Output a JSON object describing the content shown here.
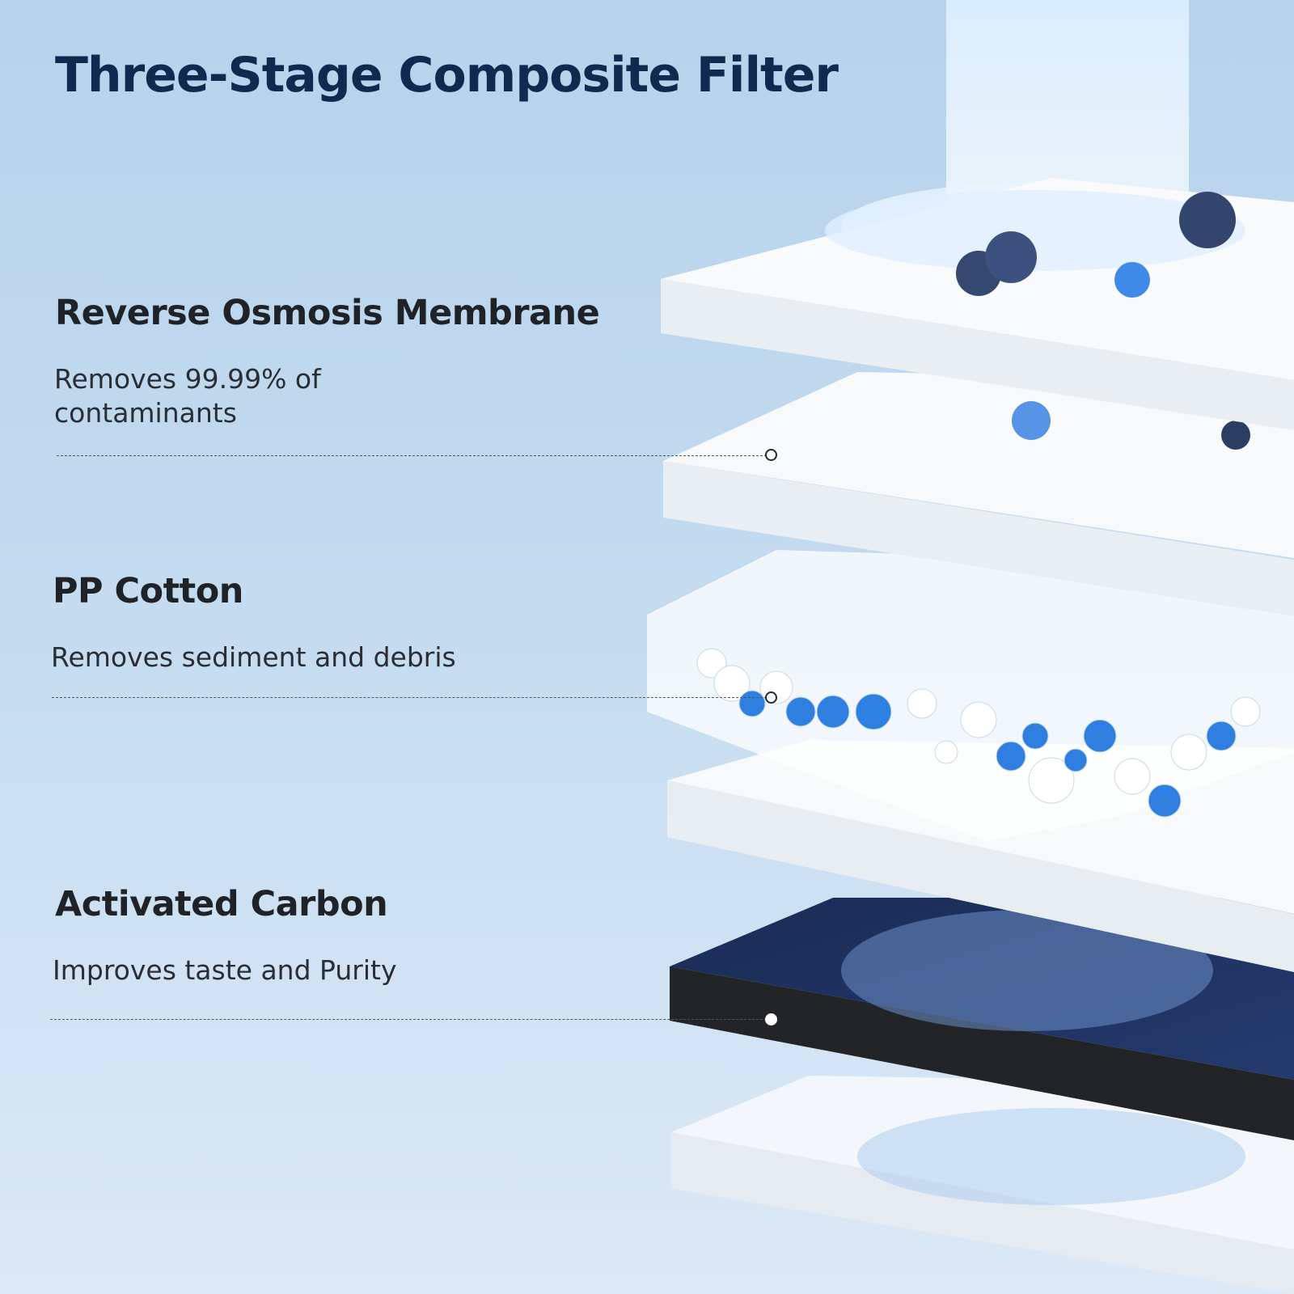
{
  "title": "Three-Stage Composite Filter",
  "stages": [
    {
      "heading": "Reverse Osmosis Membrane",
      "description": "Removes 99.99% of contaminants"
    },
    {
      "heading": "PP Cotton",
      "description": "Removes sediment and debris"
    },
    {
      "heading": "Activated Carbon",
      "description": "Improves taste and Purity"
    }
  ],
  "colors": {
    "title": "#0f2a4f",
    "carbon": "#1c2a4a",
    "accent": "#2f7fe0"
  }
}
